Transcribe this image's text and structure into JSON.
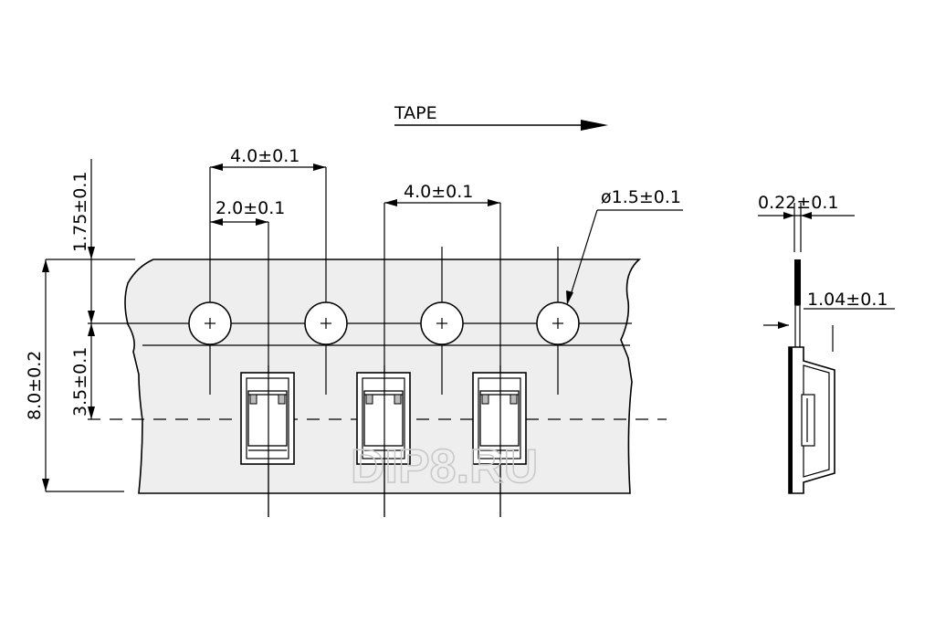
{
  "diagram": {
    "direction_label": "TAPE",
    "dimensions": {
      "pitch_top": "4.0±0.1",
      "half_pitch": "2.0±0.1",
      "pitch_mid": "4.0±0.1",
      "hole_diameter": "ø1.5±0.1",
      "hole_offset": "1.75±0.1",
      "row_offset": "3.5±0.1",
      "tape_width": "8.0±0.2",
      "thickness": "0.22±0.1",
      "depth": "1.04±0.1"
    },
    "watermark": "DIP8.RU",
    "colors": {
      "tape_fill": "#eeeeee",
      "line": "#000000"
    }
  }
}
